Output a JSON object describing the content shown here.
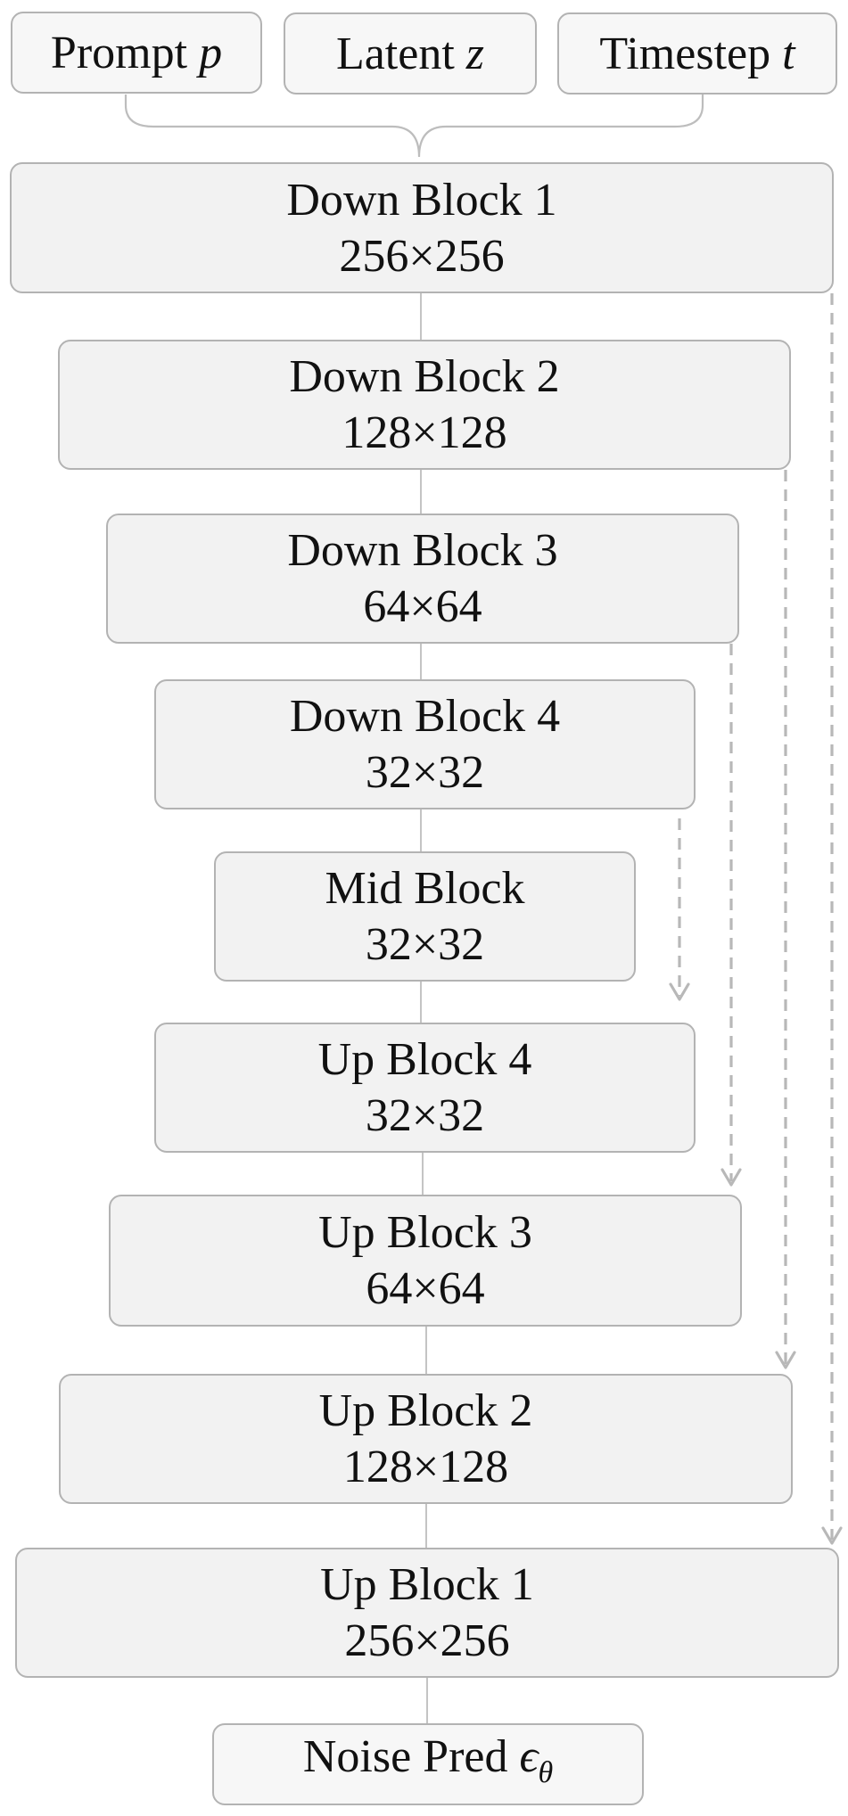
{
  "inputs": [
    {
      "text": "Prompt ",
      "var": "p"
    },
    {
      "text": "Latent ",
      "var": "z"
    },
    {
      "text": "Timestep ",
      "var": "t"
    }
  ],
  "blocks": [
    {
      "name": "Down Block 1",
      "res": "256×256"
    },
    {
      "name": "Down Block 2",
      "res": "128×128"
    },
    {
      "name": "Down Block 3",
      "res": "64×64"
    },
    {
      "name": "Down Block 4",
      "res": "32×32"
    },
    {
      "name": "Mid Block",
      "res": "32×32"
    },
    {
      "name": "Up Block 4",
      "res": "32×32"
    },
    {
      "name": "Up Block 3",
      "res": "64×64"
    },
    {
      "name": "Up Block 2",
      "res": "128×128"
    },
    {
      "name": "Up Block 1",
      "res": "256×256"
    }
  ],
  "output": {
    "text": "Noise Pred ",
    "symbol": "ϵ",
    "subscript": "θ"
  },
  "skip_connections": [
    {
      "from": "Down Block 1",
      "to": "Up Block 1"
    },
    {
      "from": "Down Block 2",
      "to": "Up Block 2"
    },
    {
      "from": "Down Block 3",
      "to": "Up Block 3"
    },
    {
      "from": "Down Block 4",
      "to": "Up Block 4"
    }
  ],
  "colors": {
    "box_fill": "#f2f2f2",
    "box_border": "#b3b3b3",
    "connector": "#bdbdbd",
    "skip_arrow": "#b8b8b8"
  }
}
